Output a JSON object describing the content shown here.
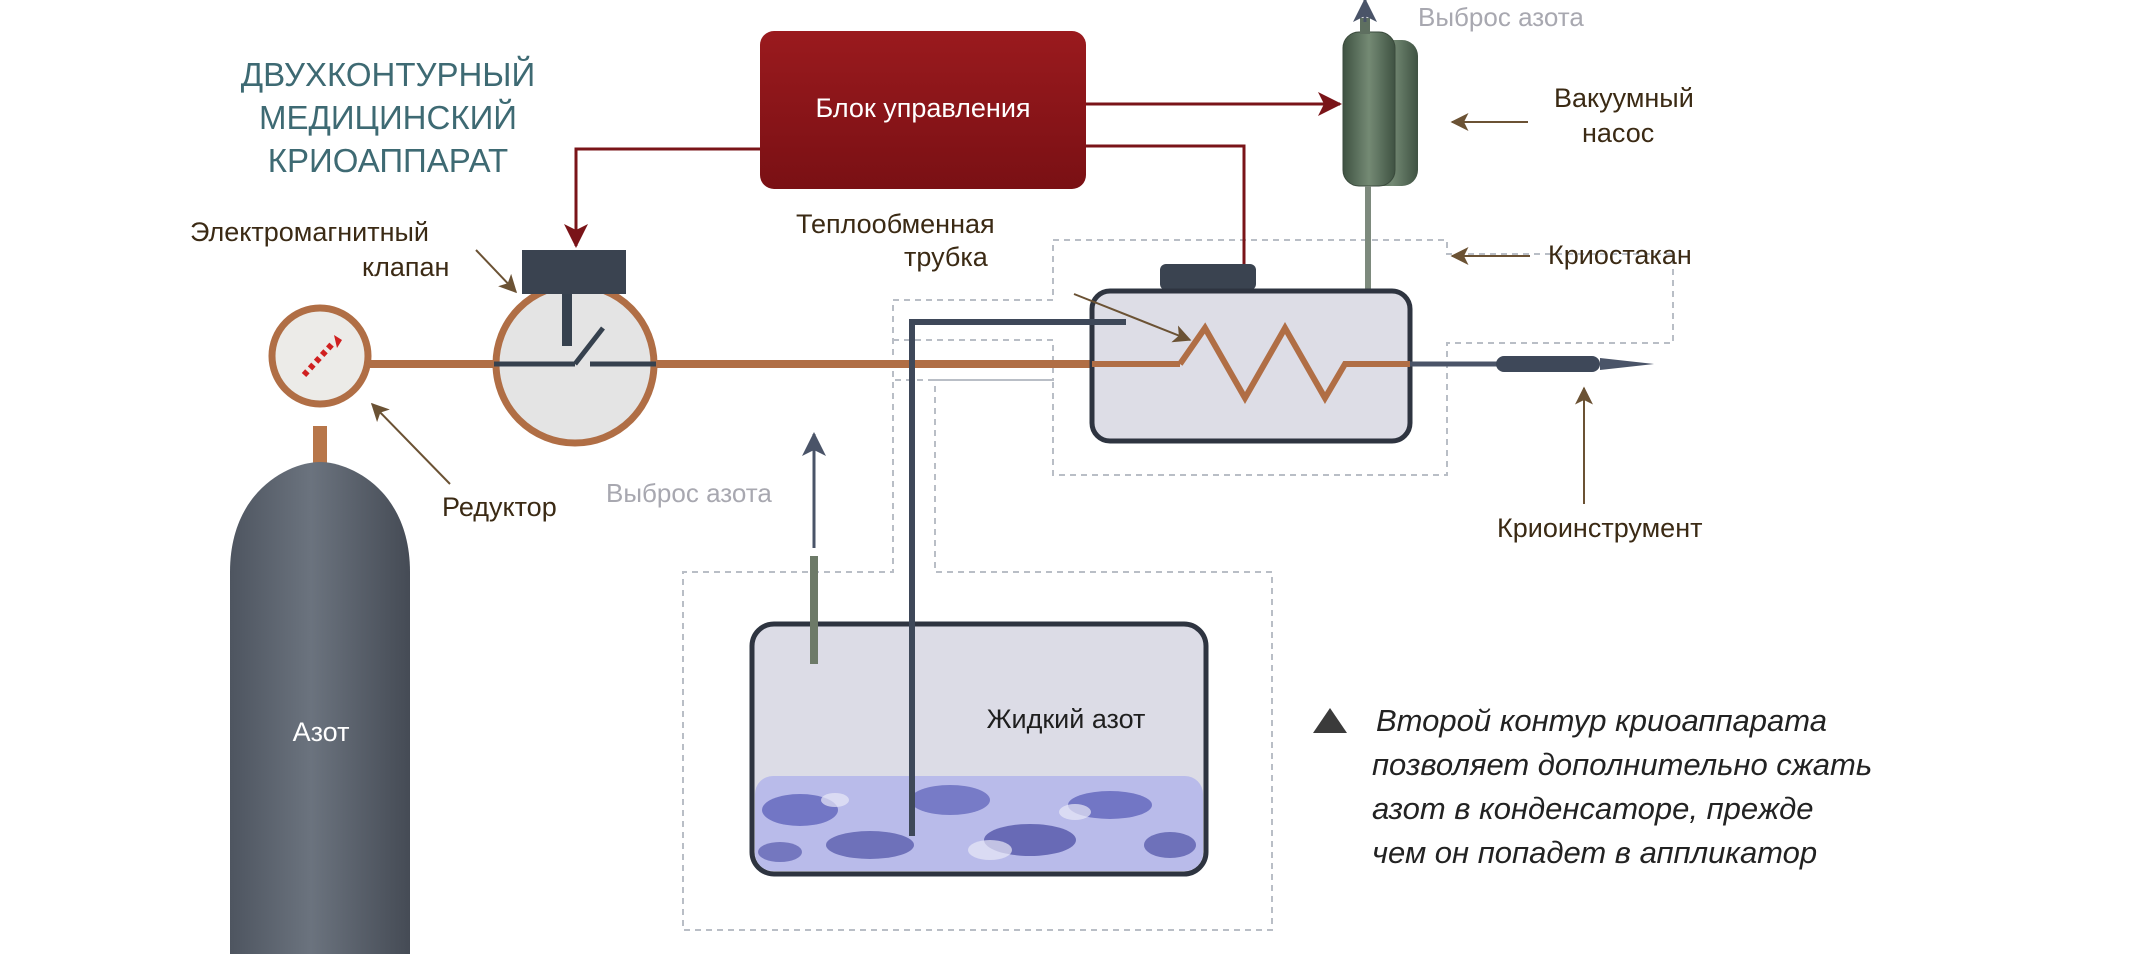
{
  "title_lines": [
    "ДВУХКОНТУРНЫЙ",
    "МЕДИЦИНСКИЙ",
    "КРИОАППАРАТ"
  ],
  "labels": {
    "control_unit": "Блок управления",
    "solenoid_valve": [
      "Электромагнитный",
      "клапан"
    ],
    "reducer": "Редуктор",
    "nitrogen_tank": "Азот",
    "nitrogen_release_top": "Выброс азота",
    "nitrogen_release_left": "Выброс азота",
    "vacuum_pump": [
      "Вакуумный",
      "насос"
    ],
    "heat_exchange_tube": [
      "Теплообменная",
      "трубка"
    ],
    "cryo_glass": "Криостакан",
    "cryo_instrument": "Криоинструмент",
    "liquid_nitrogen": "Жидкий азот"
  },
  "note": {
    "marker": "triangle-marker-icon",
    "lines": [
      "Второй контур криоаппарата",
      "позволяет дополнительно сжать",
      "азот в конденсаторе, прежде",
      "чем он попадет в аппликатор"
    ]
  },
  "colors": {
    "control_unit": "#8a1418",
    "tank": "#5d6570",
    "pump": "#566b5a",
    "copper_line": "#b06e45",
    "liquid_nitrogen": "#5b5fb8",
    "title": "#3e6a73"
  }
}
